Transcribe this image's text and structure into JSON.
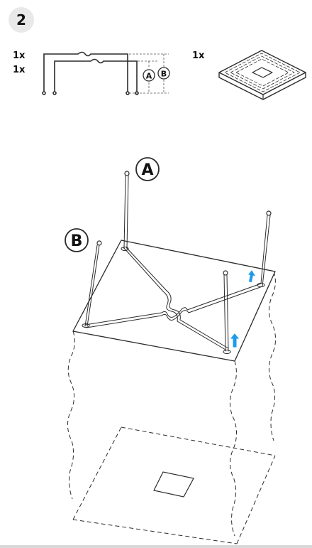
{
  "step": {
    "number": "2"
  },
  "parts": {
    "rods": {
      "qty_1": "1x",
      "qty_2": "1x",
      "label_a": "A",
      "label_b": "B"
    },
    "pad": {
      "qty": "1x"
    }
  },
  "diagram": {
    "label_a": "A",
    "label_b": "B"
  },
  "colors": {
    "ink": "#2b2b2b",
    "arrow": "#1e9be9",
    "badge": "#e9e9e9"
  }
}
